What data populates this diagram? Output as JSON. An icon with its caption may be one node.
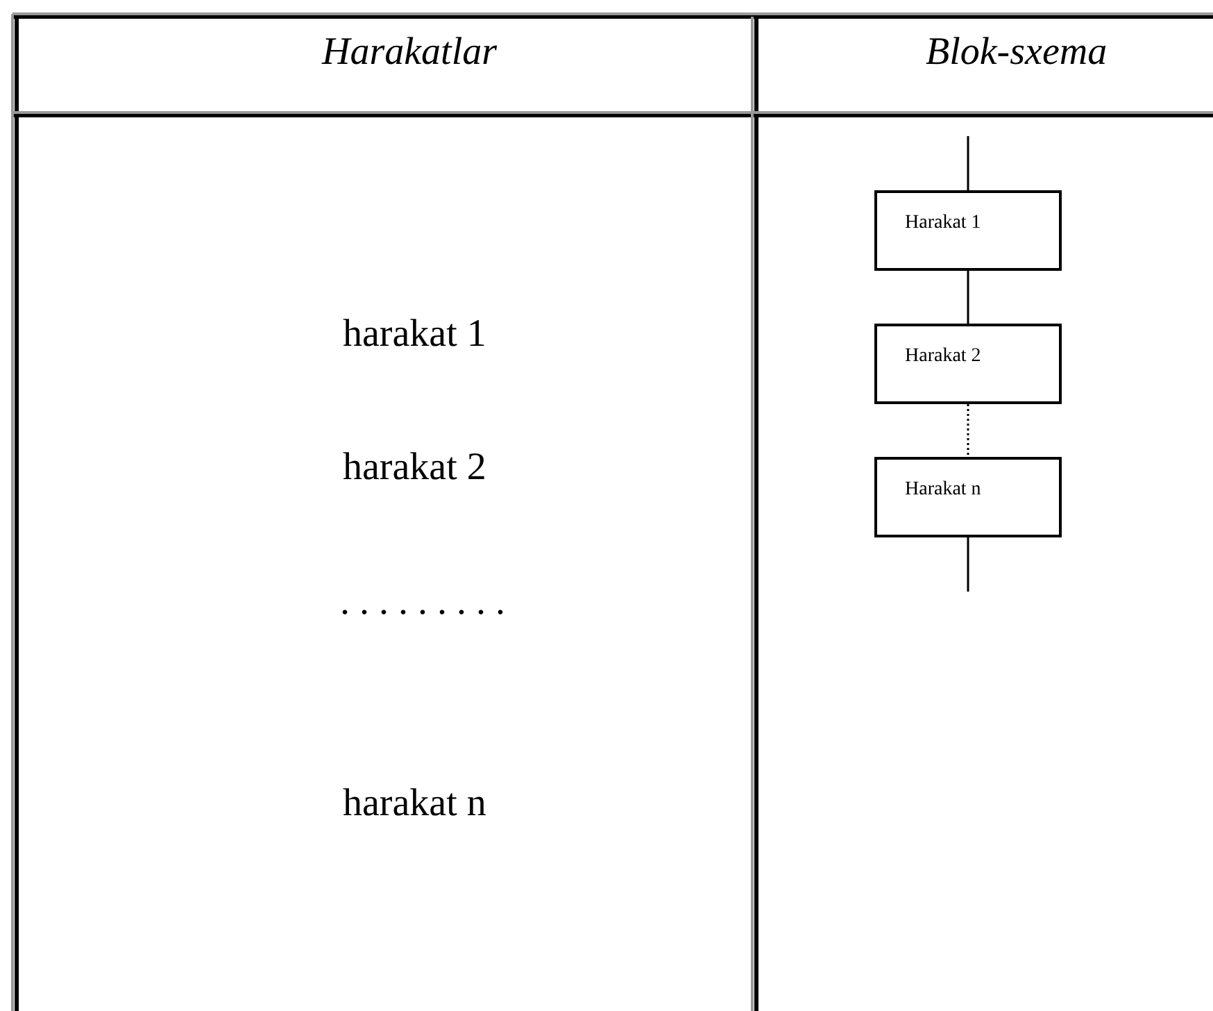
{
  "diagram": {
    "nodes": [
      {
        "text": [
          "Harakat 1"
        ]
      },
      {
        "text": [
          "Harakat 2"
        ]
      },
      {
        "text": [
          "Harakat n"
        ]
      }
    ],
    "edges": [
      {
        "from": null,
        "to": 0,
        "arrow": "none"
      },
      {
        "from": 0,
        "to": 1,
        "arrow": "none"
      },
      {
        "from": 1,
        "to": 2,
        "arrow": "none",
        "style": "dashed"
      },
      {
        "from": 2,
        "to": null,
        "arrow": "none"
      }
    ],
    "labels": [
      "Harakatlar",
      "Blok-sxema",
      "harakat 1",
      "harakat 2",
      ". . . . . . . . .",
      "harakat n"
    ]
  }
}
